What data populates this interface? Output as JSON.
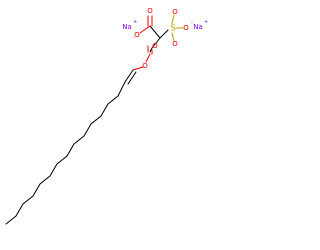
{
  "molecule": {
    "colors": {
      "oxygen": "#ff0000",
      "sulfur": "#b8a000",
      "sodium": "#8000ff",
      "carbon_bond": "#000000"
    },
    "labels": {
      "sodium_left": "Na",
      "sodium_left_charge": "+",
      "sodium_right": "Na",
      "sodium_right_charge": "+",
      "carboxyl_O_double": "O",
      "carboxylate_O_minus": "O",
      "carboxylate_charge": "-",
      "sulfur": "S",
      "sulfonate_O_top": "O",
      "sulfonate_O_bottom": "O",
      "sulfonate_O_minus": "O",
      "sulfonate_charge": "-",
      "ester_O_double": "O",
      "ester_O": "O"
    }
  }
}
